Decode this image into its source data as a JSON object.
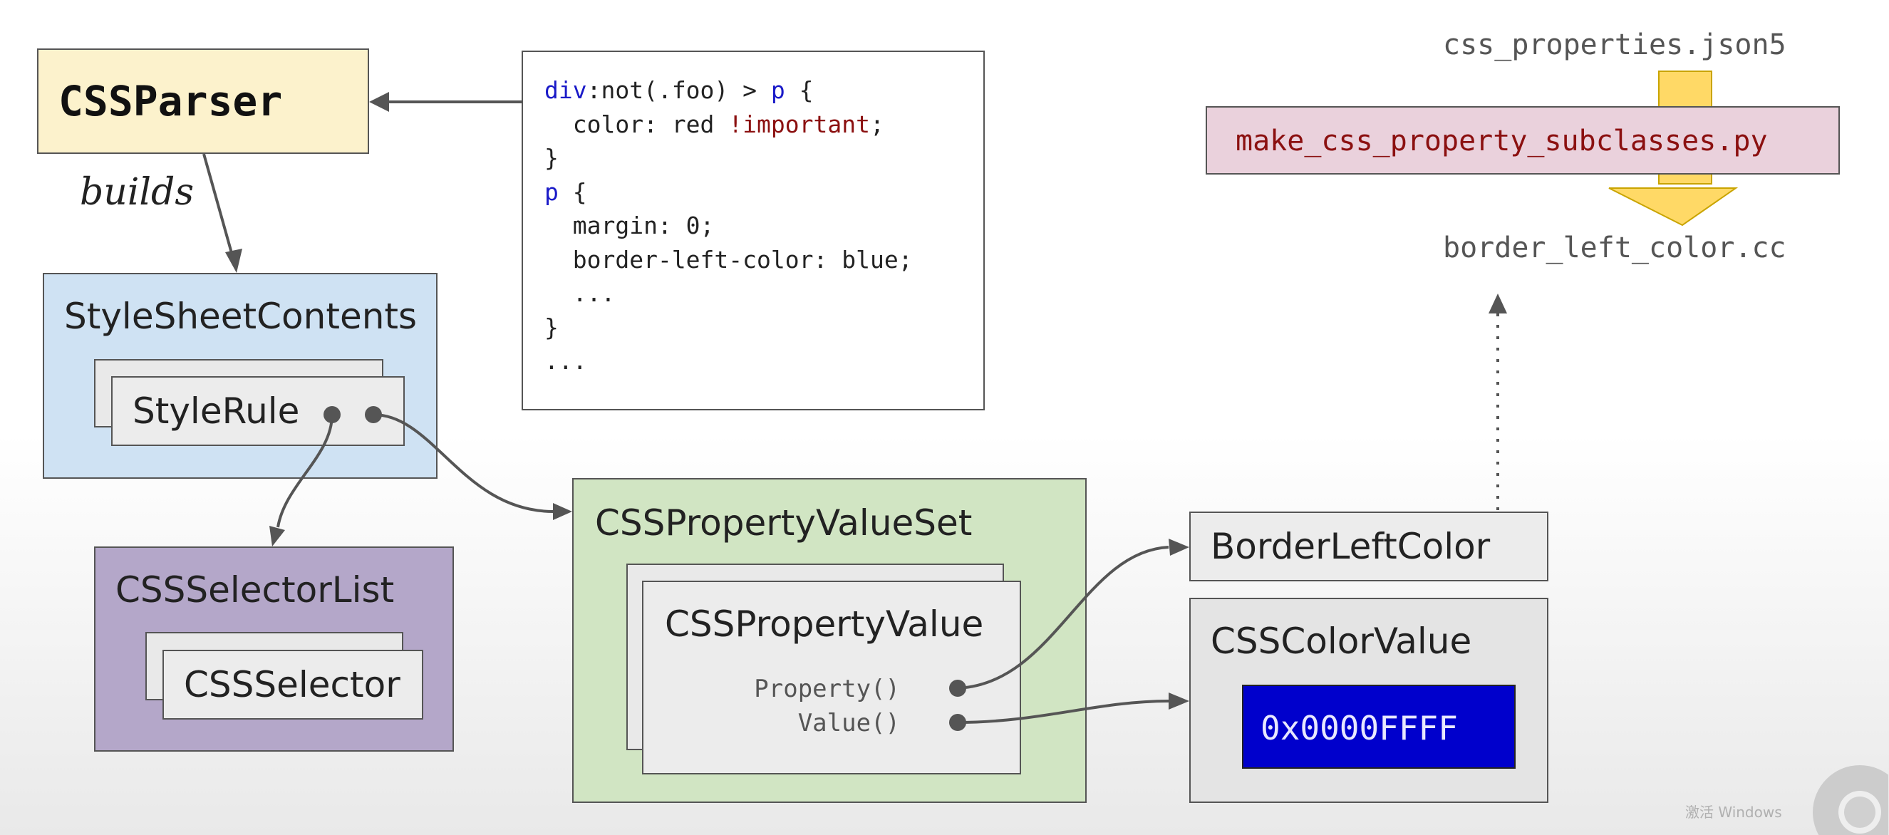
{
  "nodes": {
    "css_parser": "CSSParser",
    "builds_label": "builds",
    "style_sheet_contents": "StyleSheetContents",
    "style_rule": "StyleRule",
    "css_selector_list": "CSSSelectorList",
    "css_selector": "CSSSelector",
    "css_property_value_set": "CSSPropertyValueSet",
    "css_property_value": "CSSPropertyValue",
    "property_method": "Property()",
    "value_method": "Value()",
    "border_left_color": "BorderLeftColor",
    "css_color_value": "CSSColorValue",
    "color_hex": "0x0000FFFF"
  },
  "code_sample": {
    "line1_selector": "div",
    "line1_pseudo": ":not(.foo) > ",
    "line1_p": "p",
    "line1_brace": " {",
    "line2_prop": "  color: red ",
    "line2_important": "!important",
    "line2_end": ";",
    "line3": "}",
    "line4_p": "p",
    "line4_brace": " {",
    "line5": "  margin: 0;",
    "line6": "  border-left-color: blue;",
    "line7": "  ...",
    "line8": "}",
    "line9": "..."
  },
  "codegen": {
    "input_file": "css_properties.json5",
    "script": "make_css_property_subclasses.py",
    "output_file": "border_left_color.cc"
  },
  "watermark": {
    "line1": "激活 Windows"
  },
  "colors": {
    "parser_fill": "#fcf2cc",
    "stylesheet_fill": "#cfe2f3",
    "selectorlist_fill": "#b4a7c9",
    "valueset_fill": "#d1e5c3",
    "script_fill": "#ead1dc",
    "script_text": "#8b1010",
    "hex_fill": "#0000cc",
    "arrow_fill": "#ffd966"
  }
}
